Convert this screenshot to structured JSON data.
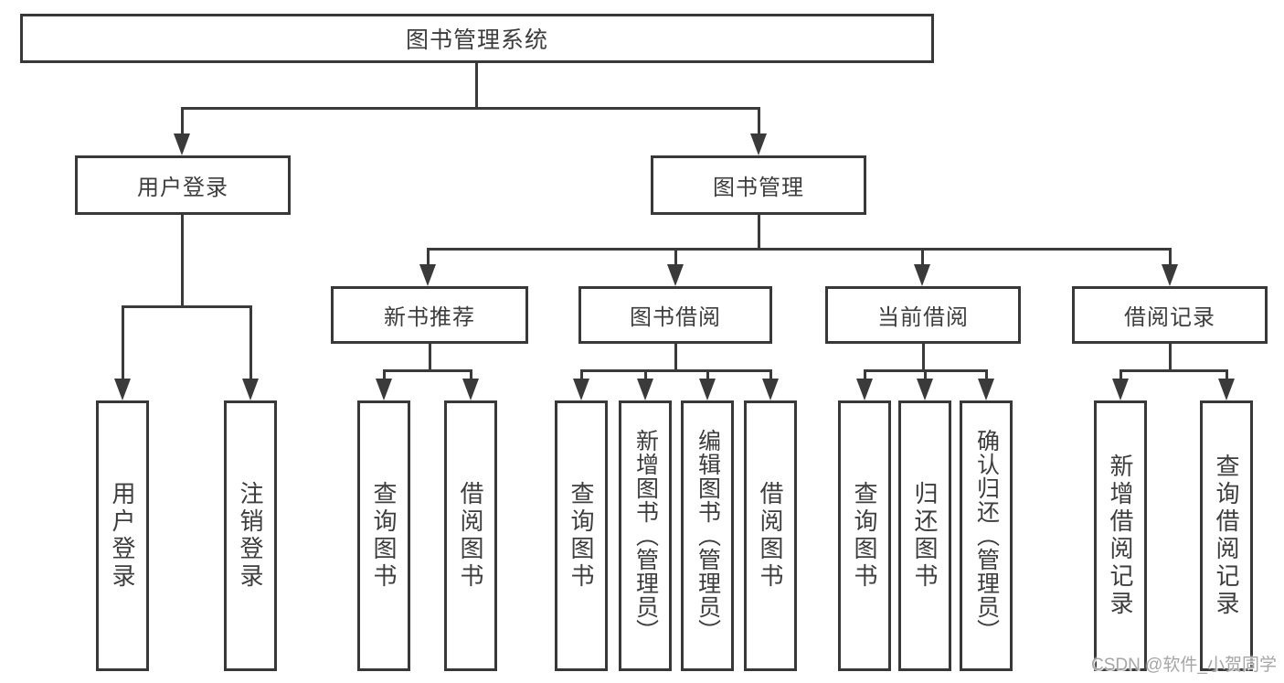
{
  "diagram": {
    "root": "图书管理系统",
    "level2": {
      "user_login": "用户登录",
      "book_mgmt": "图书管理"
    },
    "level3": {
      "new_book_rec": "新书推荐",
      "book_borrow": "图书借阅",
      "current_borrow": "当前借阅",
      "borrow_records": "借阅记录"
    },
    "leaf_groups": [
      {
        "parent": "用户登录",
        "items": [
          "用户登录",
          "注销登录"
        ]
      },
      {
        "parent": "新书推荐",
        "items": [
          "查询图书",
          "借阅图书"
        ]
      },
      {
        "parent": "图书借阅",
        "items": [
          "查询图书",
          "新增图书（管理员）",
          "编辑图书（管理员）",
          "借阅图书"
        ]
      },
      {
        "parent": "当前借阅",
        "items": [
          "查询图书",
          "归还图书",
          "确认归还（管理员）"
        ]
      },
      {
        "parent": "借阅记录",
        "items": [
          "新增借阅记录",
          "查询借阅记录"
        ]
      }
    ]
  },
  "watermark": "CSDN @软件_小贺同学",
  "colors": {
    "line": "#3a3a3a",
    "border": "#383838",
    "text": "#3d3d3d",
    "watermark": "#a6a6a6",
    "background": "#ffffff"
  }
}
